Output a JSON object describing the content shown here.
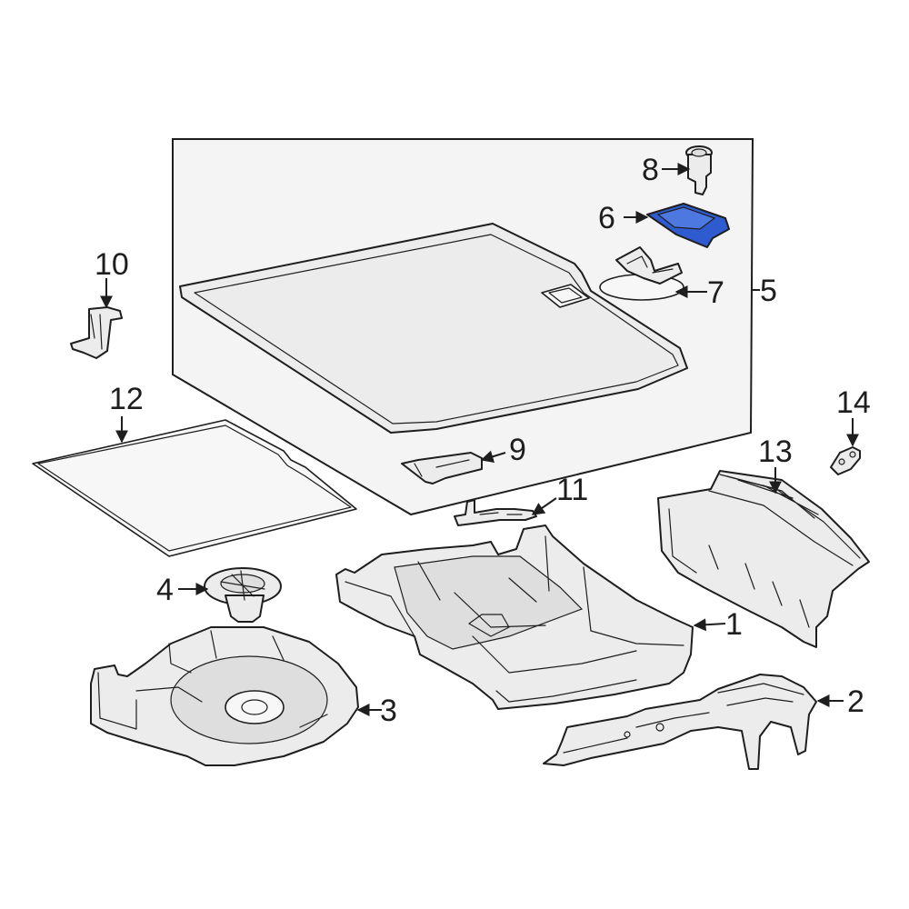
{
  "callouts": {
    "c1": "1",
    "c2": "2",
    "c3": "3",
    "c4": "4",
    "c5": "5",
    "c6": "6",
    "c7": "7",
    "c8": "8",
    "c9": "9",
    "c10": "10",
    "c11": "11",
    "c12": "12",
    "c13": "13",
    "c14": "14"
  },
  "colors": {
    "highlight": "#2e5bd0",
    "line": "#1e1e1e",
    "part_fill": "#ececec",
    "box_fill": "#f4f4f4"
  }
}
